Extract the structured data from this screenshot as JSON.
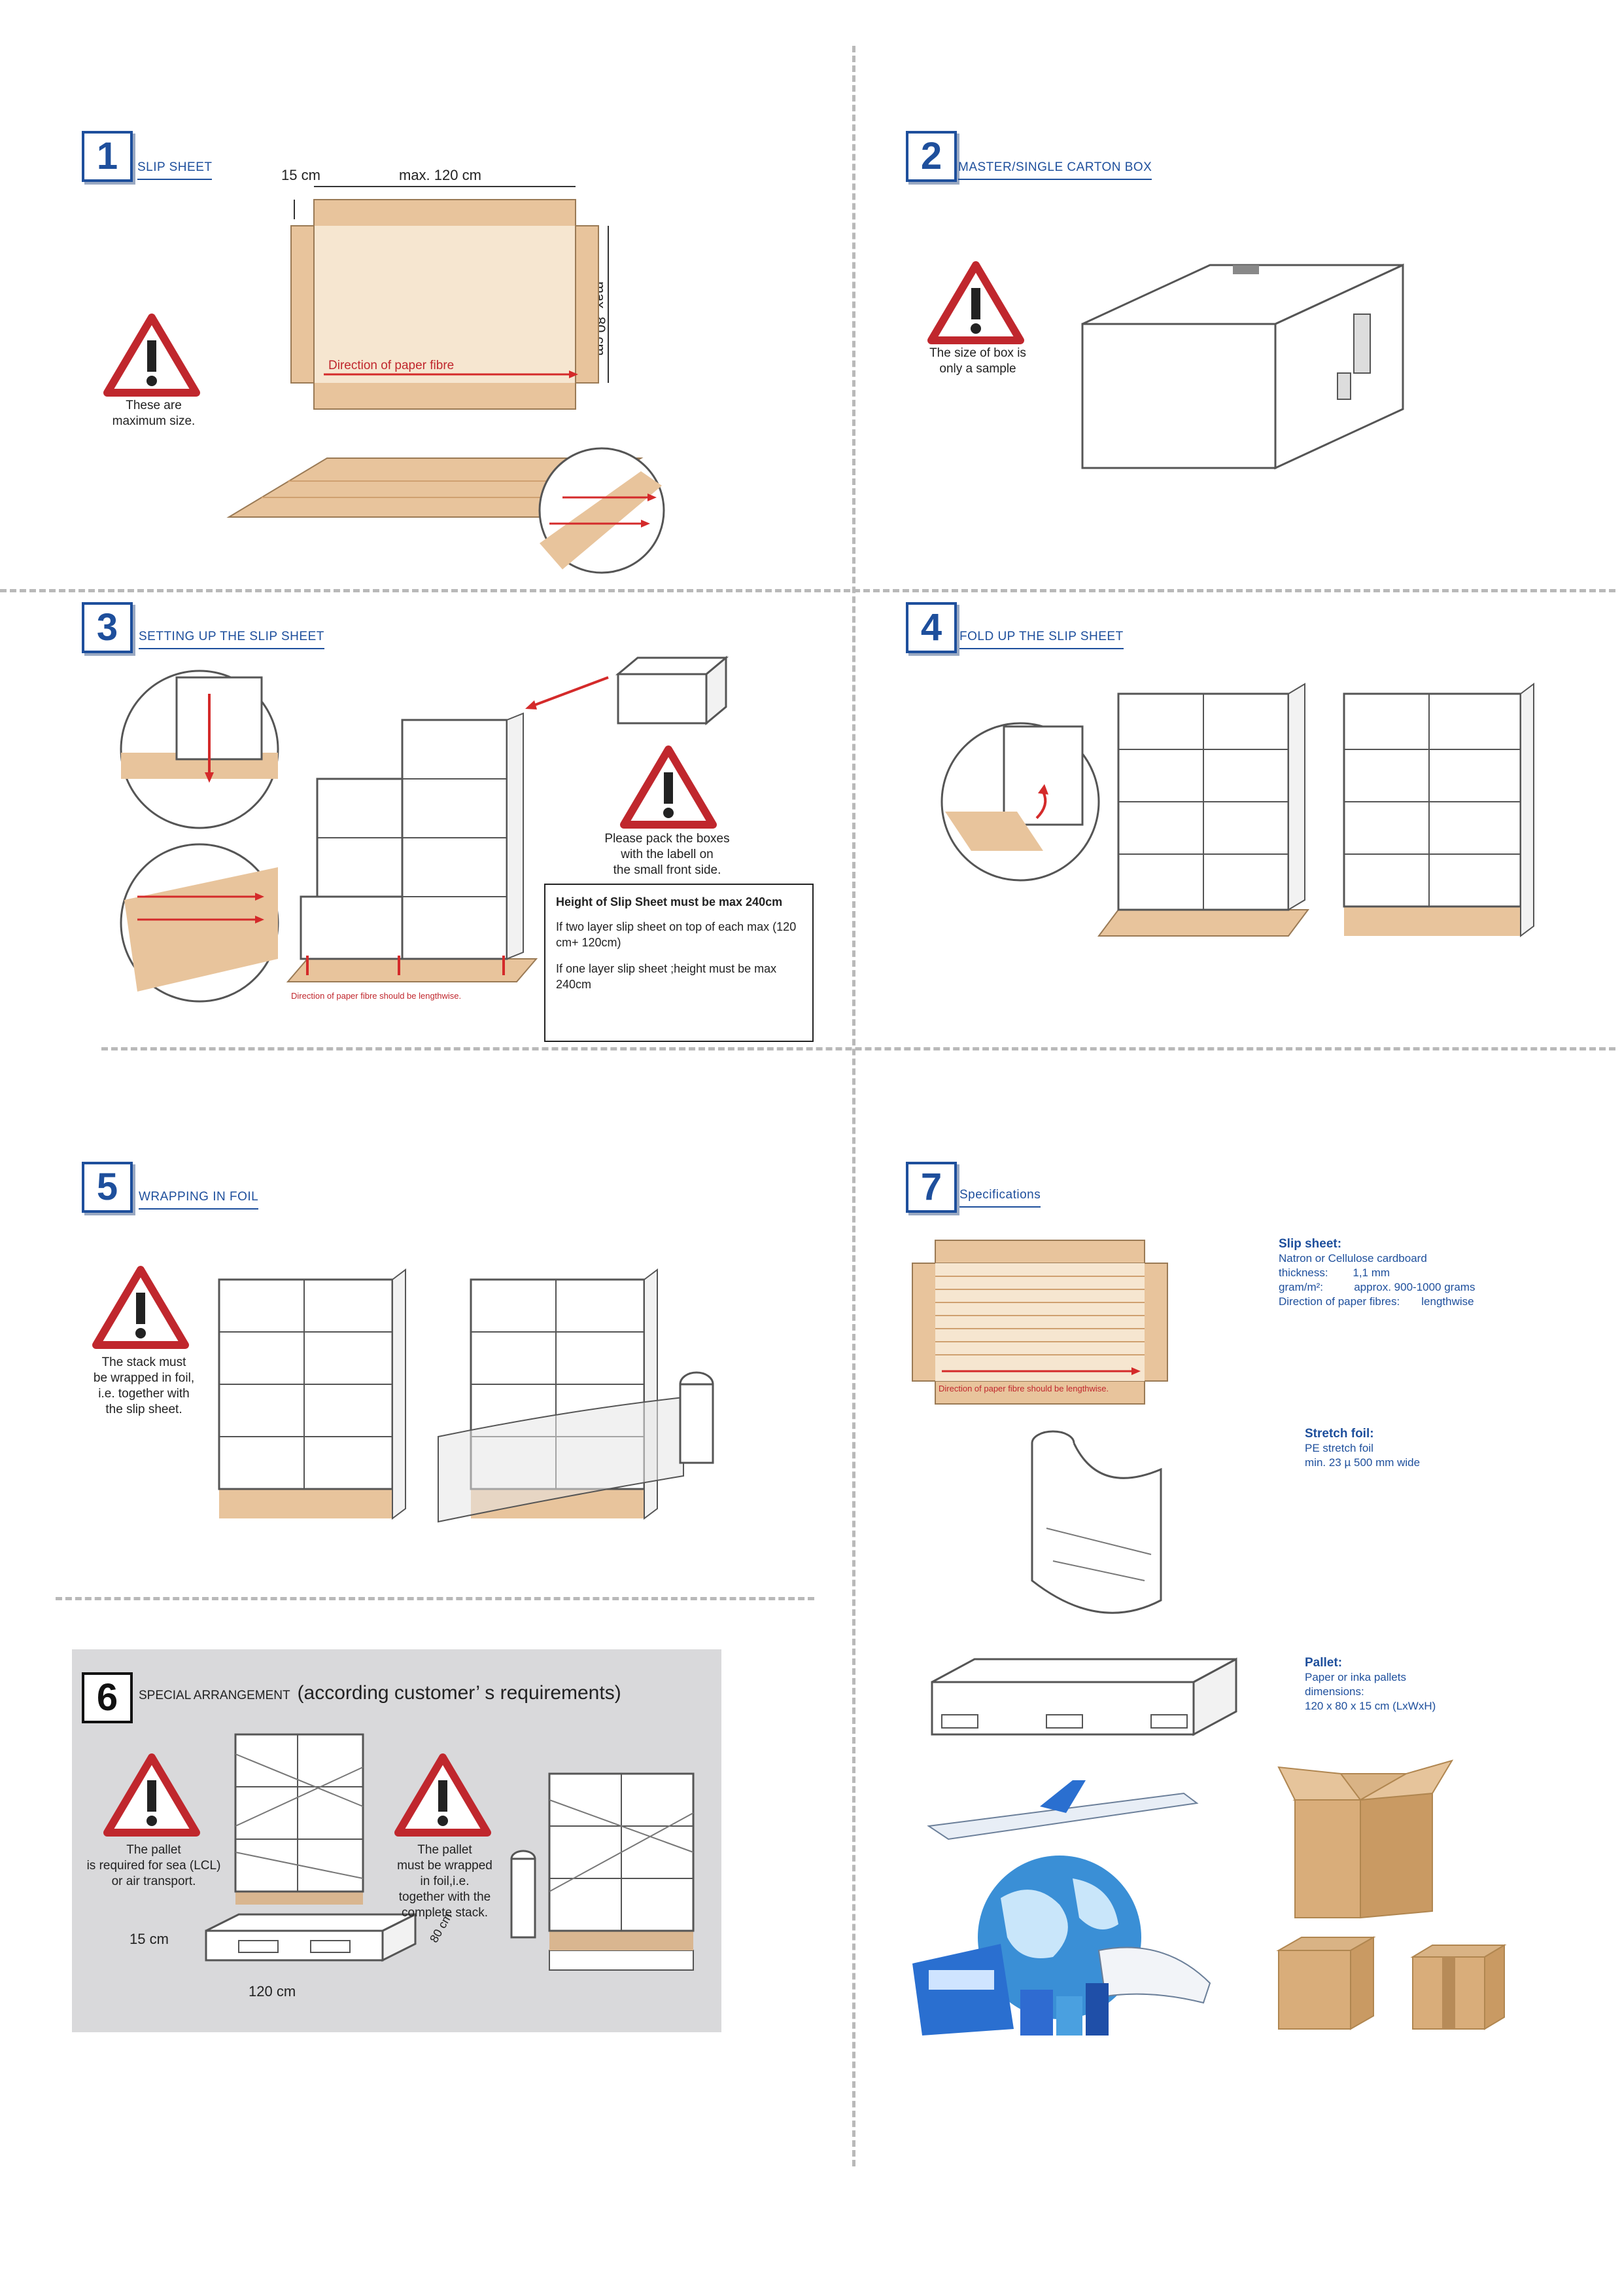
{
  "sections": {
    "s1": {
      "number": "1",
      "title": "SLIP SHEET",
      "dim_flap": "15 cm",
      "dim_length": "max. 120 cm",
      "dim_width": "max. 80 cm",
      "fibre_label": "Direction of paper fibre",
      "warning": "These are\nmaximum size."
    },
    "s2": {
      "number": "2",
      "title": "MASTER/SINGLE CARTON BOX",
      "warning": "The size of box is\nonly a sample"
    },
    "s3": {
      "number": "3",
      "title": "SETTING UP THE SLIP SHEET",
      "warning": "Please pack the boxes\nwith the labell on\nthe small front side.",
      "fibre_note": "Direction of paper fibre should be lengthwise.",
      "note_head": "Height of Slip Sheet must be max 240cm",
      "note_p1": "If two layer slip sheet on top of each max (120 cm+ 120cm)",
      "note_p2": "If one layer  slip sheet ;height must be max 240cm"
    },
    "s4": {
      "number": "4",
      "title": "FOLD UP THE SLIP SHEET"
    },
    "s5": {
      "number": "5",
      "title": "WRAPPING IN FOIL",
      "warning": "The stack must\nbe wrapped in foil,\ni.e. together with\nthe slip sheet."
    },
    "s6": {
      "number": "6",
      "title": "SPECIAL ARRANGEMENT",
      "title_extra": "(according customer’ s requirements)",
      "warning_left": "The pallet\nis required for sea (LCL)\nor air transport.",
      "warning_right": "The pallet\nmust be wrapped\nin foil,i.e.\ntogether with the\ncomplete stack.",
      "dim_height": "15 cm",
      "dim_length": "120 cm",
      "dim_width": "80 cm"
    },
    "s7": {
      "number": "7",
      "title": "Specifications",
      "fibre_note": "Direction of paper fibre should be lengthwise.",
      "slip_head": "Slip sheet:",
      "slip_l1": "Natron or Cellulose cardboard",
      "slip_l2": "thickness:        1,1 mm",
      "slip_l3": "gram/m²:          approx. 900-1000 grams",
      "slip_l4": "Direction of paper fibres:       lengthwise",
      "foil_head": "Stretch foil:",
      "foil_l1": "PE stretch foil",
      "foil_l2": "min. 23 µ 500 mm wide",
      "pallet_head": "Pallet:",
      "pallet_l1": "Paper or inka pallets",
      "pallet_l2": "dimensions:",
      "pallet_l3": "120 x 80 x 15 cm (LxWxH)"
    }
  },
  "colors": {
    "accent": "#1e4f9c",
    "kraft": "#e8c49c",
    "warning": "#c0272d",
    "arrow": "#d42a2a"
  }
}
